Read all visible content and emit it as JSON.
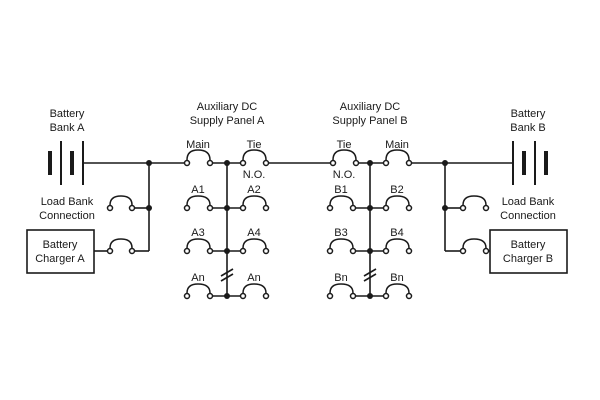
{
  "labels": {
    "battery_a": [
      "Battery",
      "Bank A"
    ],
    "battery_b": [
      "Battery",
      "Bank B"
    ],
    "panel_a": [
      "Auxiliary DC",
      "Supply Panel A"
    ],
    "panel_b": [
      "Auxiliary DC",
      "Supply Panel B"
    ],
    "load_bank_left": [
      "Load Bank",
      "Connection"
    ],
    "load_bank_right": [
      "Load Bank",
      "Connection"
    ],
    "charger_a": [
      "Battery",
      "Charger A"
    ],
    "charger_b": [
      "Battery",
      "Charger B"
    ],
    "main_a": "Main",
    "tie_a": "Tie",
    "no_a": "N.O.",
    "tie_b": "Tie",
    "main_b": "Main",
    "no_b": "N.O.",
    "a1": "A1",
    "a2": "A2",
    "a3": "A3",
    "a4": "A4",
    "an_left": "An",
    "an_right": "An",
    "b1": "B1",
    "b2": "B2",
    "b3": "B3",
    "b4": "B4",
    "bn_left": "Bn",
    "bn_right": "Bn"
  },
  "colors": {
    "line": "#1a1a1a",
    "background": "#ffffff"
  }
}
